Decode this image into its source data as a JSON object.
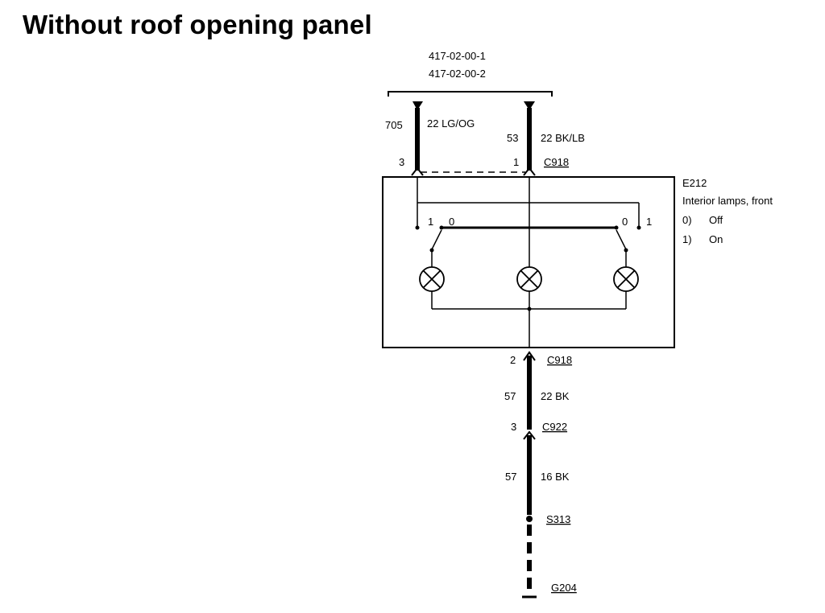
{
  "title": "Without roof opening panel",
  "references": [
    "417-02-00-1",
    "417-02-00-2"
  ],
  "wires_top": [
    {
      "circuit": "705",
      "gauge_color": "22 LG/OG",
      "pin": "3"
    },
    {
      "circuit": "53",
      "gauge_color": "22 BK/LB",
      "pin": "1"
    }
  ],
  "connector_top": "C918",
  "component": {
    "id": "E212",
    "name": "Interior lamps, front",
    "states": [
      {
        "key": "0)",
        "label": "Off"
      },
      {
        "key": "1)",
        "label": "On"
      }
    ],
    "switch_left_labels": [
      "1",
      "0"
    ],
    "switch_right_labels": [
      "0",
      "1"
    ]
  },
  "bottom": {
    "pin_out": "2",
    "connector_out": "C918",
    "wire1_circuit": "57",
    "wire1_gauge_color": "22 BK",
    "pin_c922": "3",
    "connector_c922": "C922",
    "wire2_circuit": "57",
    "wire2_gauge_color": "16 BK",
    "splice": "S313",
    "ground": "G204"
  }
}
